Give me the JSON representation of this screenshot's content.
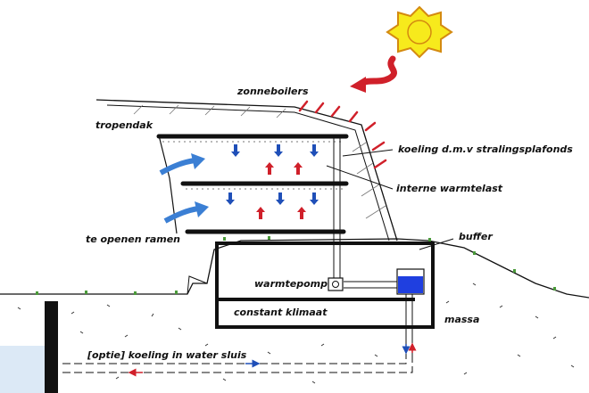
{
  "labels": {
    "zonneboilers": "zonneboilers",
    "tropendak": "tropendak",
    "koeling": "koeling d.m.v stralingsplafonds",
    "interne_warmtelast": "interne warmtelast",
    "te_openen_ramen": "te openen ramen",
    "buffer": "buffer",
    "warmtepomp": "warmtepomp",
    "constant_klimaat": "constant klimaat",
    "massa": "massa",
    "optie_koeling": "[optie] koeling in water sluis"
  },
  "colors": {
    "sun_fill": "#f7ea1c",
    "sun_outline": "#d48a10",
    "warm_arrow": "#d0202a",
    "cool_arrow": "#1f4fb8",
    "air_arrow": "#3b7fd4",
    "water": "#1f3fe0",
    "water_sluis": "#dce9f6",
    "ink": "#111111"
  },
  "icons": {
    "sun": "sun-icon",
    "sun_ray_arrow": "squiggly-arrow-icon",
    "warmtepomp": "heat-pump-icon"
  }
}
